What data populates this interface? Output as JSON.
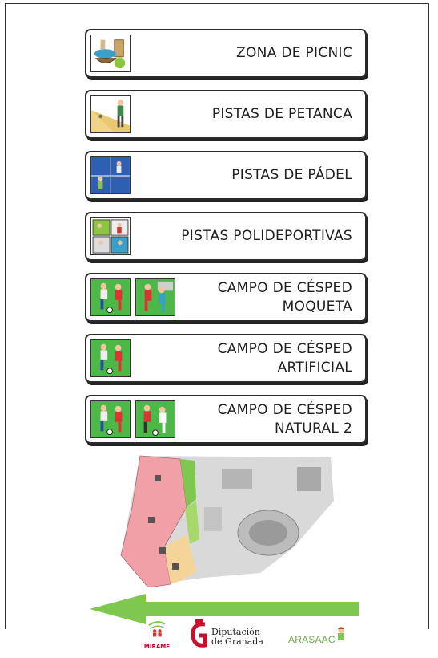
{
  "signs": [
    {
      "lines": [
        "ZONA DE PICNIC"
      ],
      "icons": [
        "picnic-basket-icon"
      ]
    },
    {
      "lines": [
        "PISTAS DE PETANCA"
      ],
      "icons": [
        "petanque-player-icon"
      ]
    },
    {
      "lines": [
        "PISTAS DE PÁDEL"
      ],
      "icons": [
        "padel-court-icon"
      ]
    },
    {
      "lines": [
        "PISTAS POLIDEPORTIVAS"
      ],
      "icons": [
        "multisport-icon"
      ]
    },
    {
      "lines": [
        "CAMPO DE CÉSPED",
        "MOQUETA"
      ],
      "icons": [
        "football-players-icon",
        "football-players-red-icon"
      ]
    },
    {
      "lines": [
        "CAMPO DE CÉSPED",
        "ARTIFICIAL"
      ],
      "icons": [
        "football-players-icon"
      ]
    },
    {
      "lines": [
        "CAMPO DE CÉSPED",
        "NATURAL 2"
      ],
      "icons": [
        "football-players-icon",
        "football-players-white-icon"
      ]
    }
  ],
  "direction": "left",
  "colors": {
    "arrow": "#7ec850",
    "field_green": "#4cb848",
    "zone_pink": "#f2a0a8"
  },
  "logos": {
    "mirame": "MIRAME",
    "diputacion_line1": "Diputación",
    "diputacion_line2": "de Granada",
    "arasaac": "ARASAAC"
  }
}
